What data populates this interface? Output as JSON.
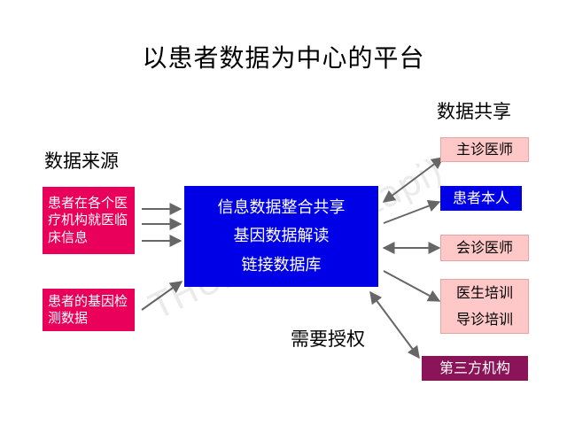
{
  "title": "以患者数据为中心的平台",
  "source": {
    "label": "数据来源",
    "items": [
      "患者在各个医疗机构就医临床信息",
      "患者的基因检测数据"
    ]
  },
  "center": {
    "lines": [
      "信息数据整合共享",
      "基因数据解读",
      "链接数据库"
    ]
  },
  "authorization": "需要授权",
  "share": {
    "label": "数据共享",
    "items": [
      "主诊医师",
      "患者本人",
      "会诊医师",
      "医生培训导诊培训",
      "第三方机构"
    ]
  },
  "watermark": "THU数据派(datapi)",
  "colors": {
    "source_box": "#e8005a",
    "center_box": "#0000e6",
    "pink_box": "#ffc8c8",
    "blue_box": "#0000e6",
    "purple_box": "#8a1457",
    "arrow": "#666666"
  }
}
